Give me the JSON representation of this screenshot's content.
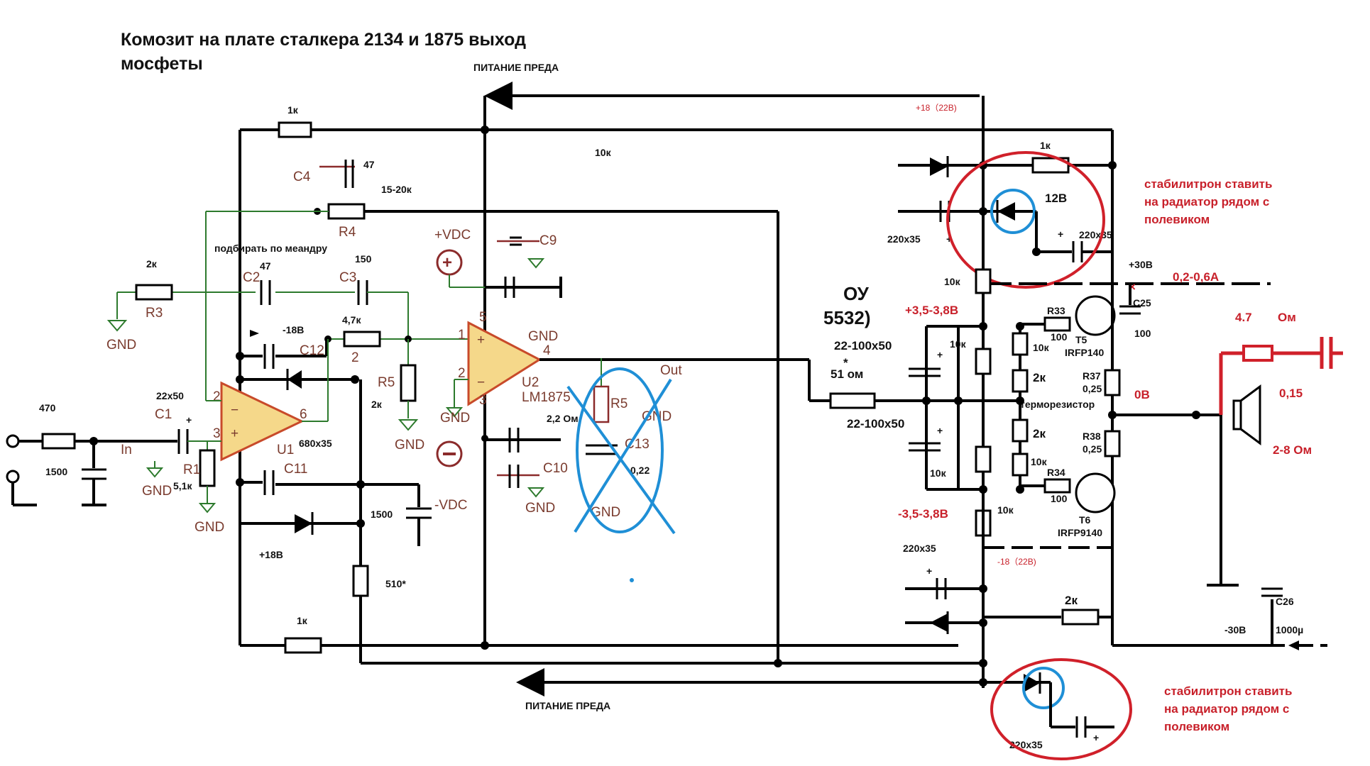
{
  "title": {
    "line1": "Комозит на плате сталкера 2134 и 1875 выход",
    "line2": "мосфеты"
  },
  "power": {
    "pre_top": "ПИТАНИЕ ПРЕДА",
    "pre_bottom": "ПИТАНИЕ ПРЕДА",
    "plus18_22": "+18（22В)",
    "minus18_22": "-18（22В)",
    "plus30": "+30В",
    "minus30": "-30В",
    "current": "0,2-0,6А",
    "zero": "0В",
    "pos_bias": "+3,5-3,8В",
    "neg_bias": "-3,5-3,8В"
  },
  "notes": {
    "zener_top": [
      "стабилитрон ставить",
      "на радиатор рядом с",
      "полевиком"
    ],
    "zener_bottom": [
      "стабилитрон ставить",
      "на радиатор рядом с",
      "полевиком"
    ],
    "tune": "подбирать по меандру",
    "opamp": [
      "ОУ",
      "5532)"
    ],
    "thermistor": "терморезистор",
    "star": "*"
  },
  "values": {
    "r_top_1k": "1к",
    "r_bottom_1k": "1к",
    "r_10k_fb": "10к",
    "c4": "47",
    "r4": "15-20к",
    "r3": "2к",
    "c2": "47",
    "c3": "150",
    "r47": "4,7к",
    "m18": "-18В",
    "p18": "+18В",
    "r5": "2к",
    "r_in": "470",
    "c_in": "1500",
    "c1": "22x50",
    "r1": "5,1к",
    "c_680": "680x35",
    "c_1500": "1500",
    "r_510": "510*",
    "r_22om": "2,2 Ом",
    "c_022": "0,22",
    "z12": "12В",
    "c_220_a": "220x35",
    "c_220_b": "220x35",
    "c_220_c": "220x35",
    "c_220_d": "220x35",
    "r_1k_top": "1к",
    "r_10k_a": "10к",
    "r_10k_b": "10к",
    "r_10k_c": "10к",
    "r_10k_d": "10к",
    "r_10k_e": "10к",
    "r_10k_f": "10к",
    "r_2k_a": "2к",
    "r_2k_b": "2к",
    "r_2k_bot": "2к",
    "c_22_100_a": "22-100x50",
    "c_22_100_b": "22-100x50",
    "r_51": "51 ом",
    "r33": "R33",
    "r33_v": "100",
    "r34": "R34",
    "r34_v": "100",
    "t5": "T5",
    "t5_type": "IRFP140",
    "t6": "T6",
    "t6_type": "IRFP9140",
    "r37": "R37",
    "r37_v": "0,25",
    "r38": "R38",
    "r38_v": "0,25",
    "c25": "C25",
    "c25_v": "100",
    "c26": "C26",
    "c26_v": "1000µ",
    "r47om": "4.7",
    "om": "Ом",
    "c015": "0,15",
    "spk": "2-8 Ом"
  },
  "kicad": {
    "c4": "C4",
    "r4": "R4",
    "c2": "C2",
    "c3": "C3",
    "r3": "R3",
    "c12": "C12",
    "c11": "C11",
    "r1": "R1",
    "c1": "C1",
    "u1": "U1",
    "u2": "U2",
    "lm": "LM1875",
    "r5": "R5",
    "r5b": "R5",
    "c9": "C9",
    "c10": "C10",
    "c13": "C13",
    "vdc_p": "+VDC",
    "vdc_n": "-VDC",
    "gnd": "GND",
    "in": "In",
    "out": "Out",
    "p2": "2",
    "p3": "3",
    "p6": "6",
    "p1": "1",
    "p4": "4",
    "p5": "5"
  },
  "colors": {
    "wire": "#000000",
    "kicad": "#7a3b2e",
    "red": "#c8202a",
    "blue": "#1f8fd6",
    "green": "#2d7a2d"
  }
}
